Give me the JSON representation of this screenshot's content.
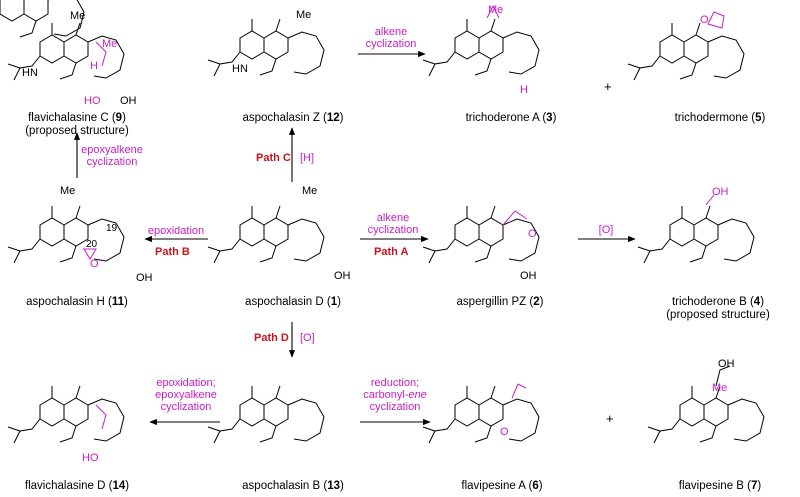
{
  "colors": {
    "accent": "#c81ec8",
    "path": "#c8141e",
    "bond": "#000000"
  },
  "compounds": {
    "flavichalasine_c": {
      "name": "flavichalasine C (",
      "num": "9",
      "close": ")",
      "note": "(proposed structure)"
    },
    "aspochalasin_z": {
      "name": "aspochalasin Z (",
      "num": "12",
      "close": ")"
    },
    "trichoderone_a": {
      "name": "trichoderone A (",
      "num": "3",
      "close": ")"
    },
    "trichodermone": {
      "name": "trichodermone (",
      "num": "5",
      "close": ")"
    },
    "aspochalasin_h": {
      "name": "aspochalasin H (",
      "num": "11",
      "close": ")"
    },
    "aspochalasin_d": {
      "name": "aspochalasin D (",
      "num": "1",
      "close": ")"
    },
    "aspergillin_pz": {
      "name": "aspergillin PZ (",
      "num": "2",
      "close": ")"
    },
    "trichoderone_b": {
      "name": "trichoderone B (",
      "num": "4",
      "close": ")",
      "note": "(proposed structure)"
    },
    "flavichalasine_d": {
      "name": "flavichalasine D (",
      "num": "14",
      "close": ")"
    },
    "aspochalasin_b": {
      "name": "aspochalasin B (",
      "num": "13",
      "close": ")"
    },
    "flavipesine_a": {
      "name": "flavipesine A (",
      "num": "6",
      "close": ")"
    },
    "flavipesine_b": {
      "name": "flavipesine B (",
      "num": "7",
      "close": ")"
    }
  },
  "reactions": {
    "alkene_cyclization_top": [
      "alkene",
      "cyclization"
    ],
    "epoxyalkene_cyclization": [
      "epoxyalkene",
      "cyclization"
    ],
    "epoxidation": "epoxidation",
    "alkene_cyclization_mid": [
      "alkene",
      "cyclization"
    ],
    "oxidation_mid": "[O]",
    "epox_epoxyalkene": [
      "epoxidation;",
      "epoxyalkene",
      "cyclization"
    ],
    "reduction_carbonyl": [
      "reduction;",
      "carbonyl-",
      "ene",
      "cyclization"
    ]
  },
  "paths": {
    "a": "Path A",
    "b": "Path B",
    "c": "Path C",
    "c_reagent": "[H]",
    "d": "Path D",
    "d_reagent": "[O]"
  },
  "plus_sign": "+",
  "atom_labels": {
    "me": "Me",
    "h": "H",
    "hn": "HN",
    "o": "O",
    "oh": "OH",
    "ho": "HO",
    "c19": "19",
    "c20": "20"
  }
}
